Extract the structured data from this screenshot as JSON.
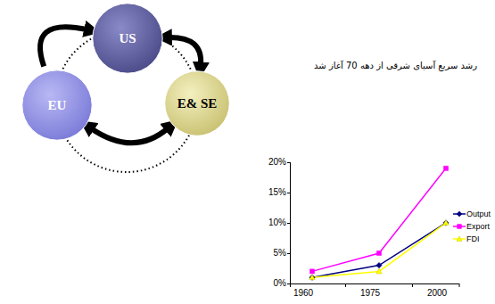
{
  "diagram": {
    "nodes": [
      {
        "text": [
          "US"
        ]
      },
      {
        "text": [
          "EU"
        ]
      },
      {
        "text": [
          "E& SE"
        ]
      }
    ],
    "edges": [
      {
        "from": 1,
        "to": 0,
        "arrow": "to"
      },
      {
        "from": 0,
        "to": 2,
        "arrow": "both"
      },
      {
        "from": 1,
        "to": 2,
        "arrow": "both"
      }
    ],
    "labels": [
      "رشد سریع  آسیای شرقی از دهه 70 آغاز شد",
      "20%",
      "15%",
      "10%",
      "5%",
      "0%",
      "1960",
      "1975",
      "2000"
    ],
    "legend": [
      {
        "text": "Output"
      },
      {
        "text": "Export"
      },
      {
        "text": "FDI"
      }
    ]
  }
}
